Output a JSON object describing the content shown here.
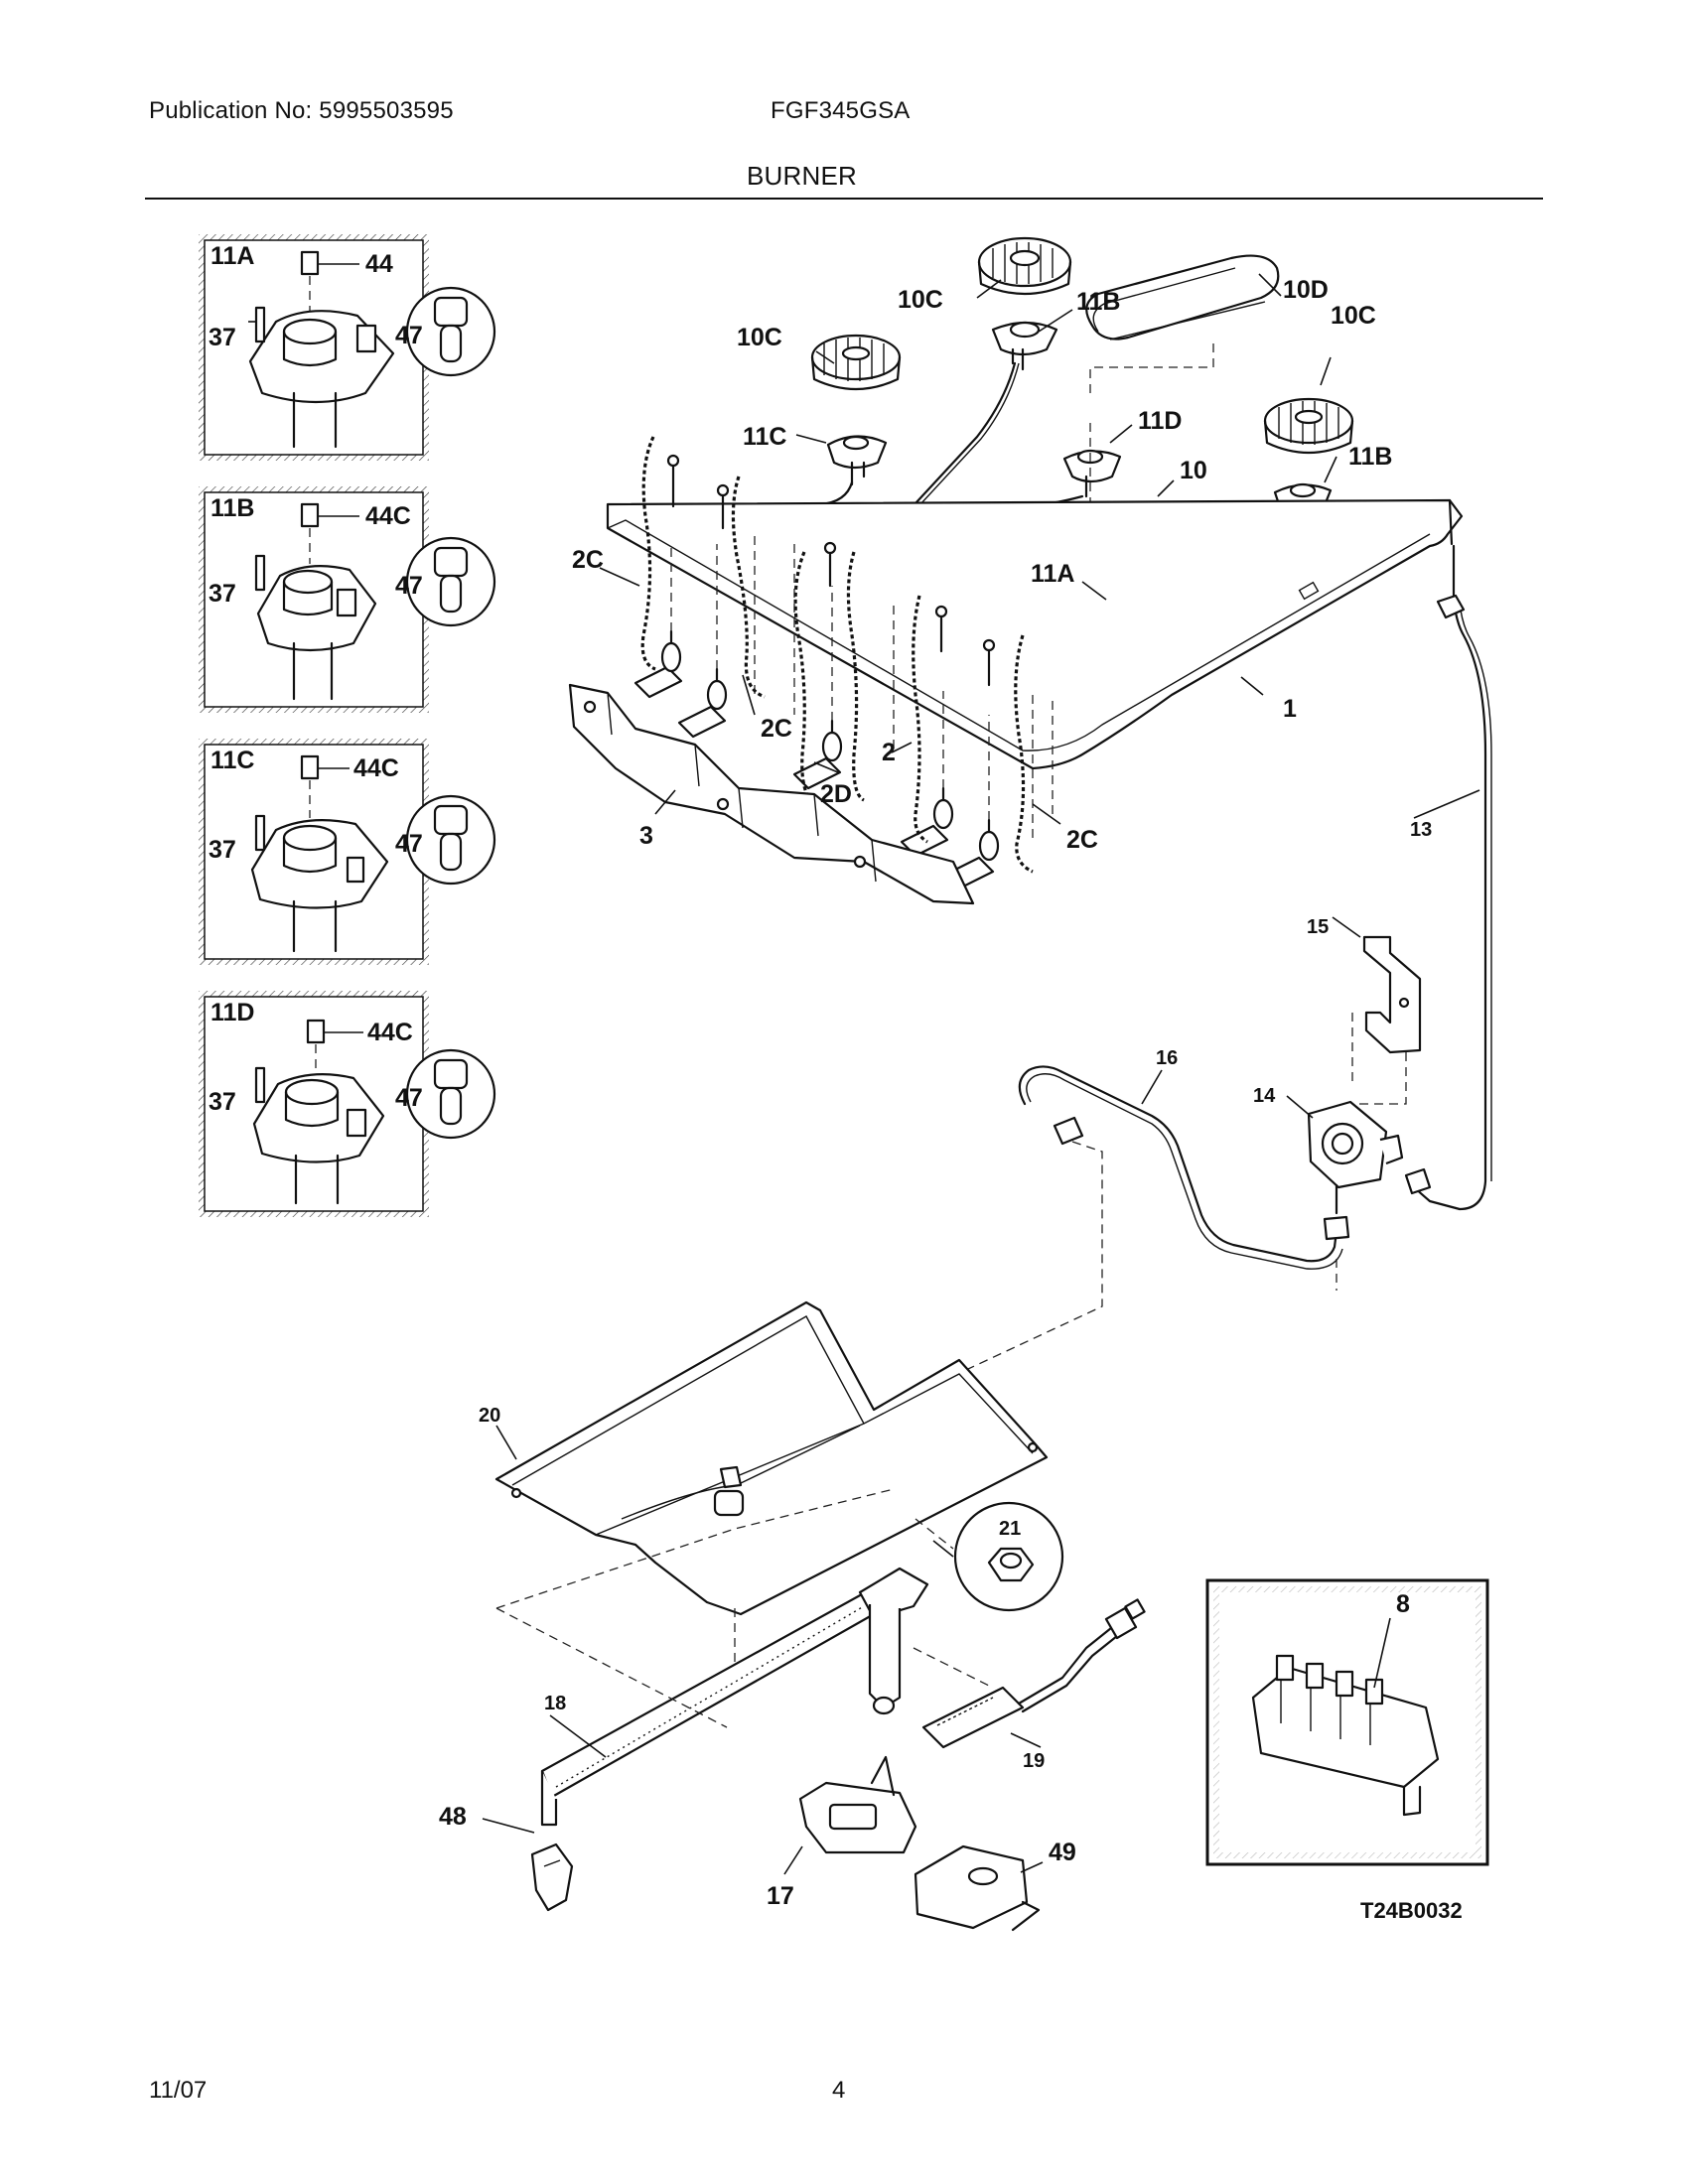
{
  "header": {
    "publication": "Publication No: 5995503595",
    "model": "FGF345GSA",
    "section": "BURNER"
  },
  "footer": {
    "date": "11/07",
    "page": "4"
  },
  "figure_code": "T24B0032",
  "insets": [
    {
      "id": "11A",
      "screw": "37",
      "cap": "44",
      "orifice": "47"
    },
    {
      "id": "11B",
      "screw": "37",
      "cap": "44C",
      "orifice": "47"
    },
    {
      "id": "11C",
      "screw": "37",
      "cap": "44C",
      "orifice": "47"
    },
    {
      "id": "11D",
      "screw": "37",
      "cap": "44C",
      "orifice": "47"
    }
  ],
  "callouts": {
    "c10C_top": "10C",
    "c11B_top": "11B",
    "c10D": "10D",
    "c10C_left": "10C",
    "c11C": "11C",
    "c10C_right": "10C",
    "c11D": "11D",
    "c10": "10",
    "c11B_right": "11B",
    "c11A": "11A",
    "c2C_left": "2C",
    "c2C_mid": "2C",
    "c2": "2",
    "c2D": "2D",
    "c2C_right": "2C",
    "c1": "1",
    "c3": "3",
    "c13": "13",
    "c15": "15",
    "c16": "16",
    "c14": "14",
    "c20": "20",
    "c21": "21",
    "c8": "8",
    "c18": "18",
    "c19": "19",
    "c48": "48",
    "c17": "17",
    "c49": "49"
  }
}
